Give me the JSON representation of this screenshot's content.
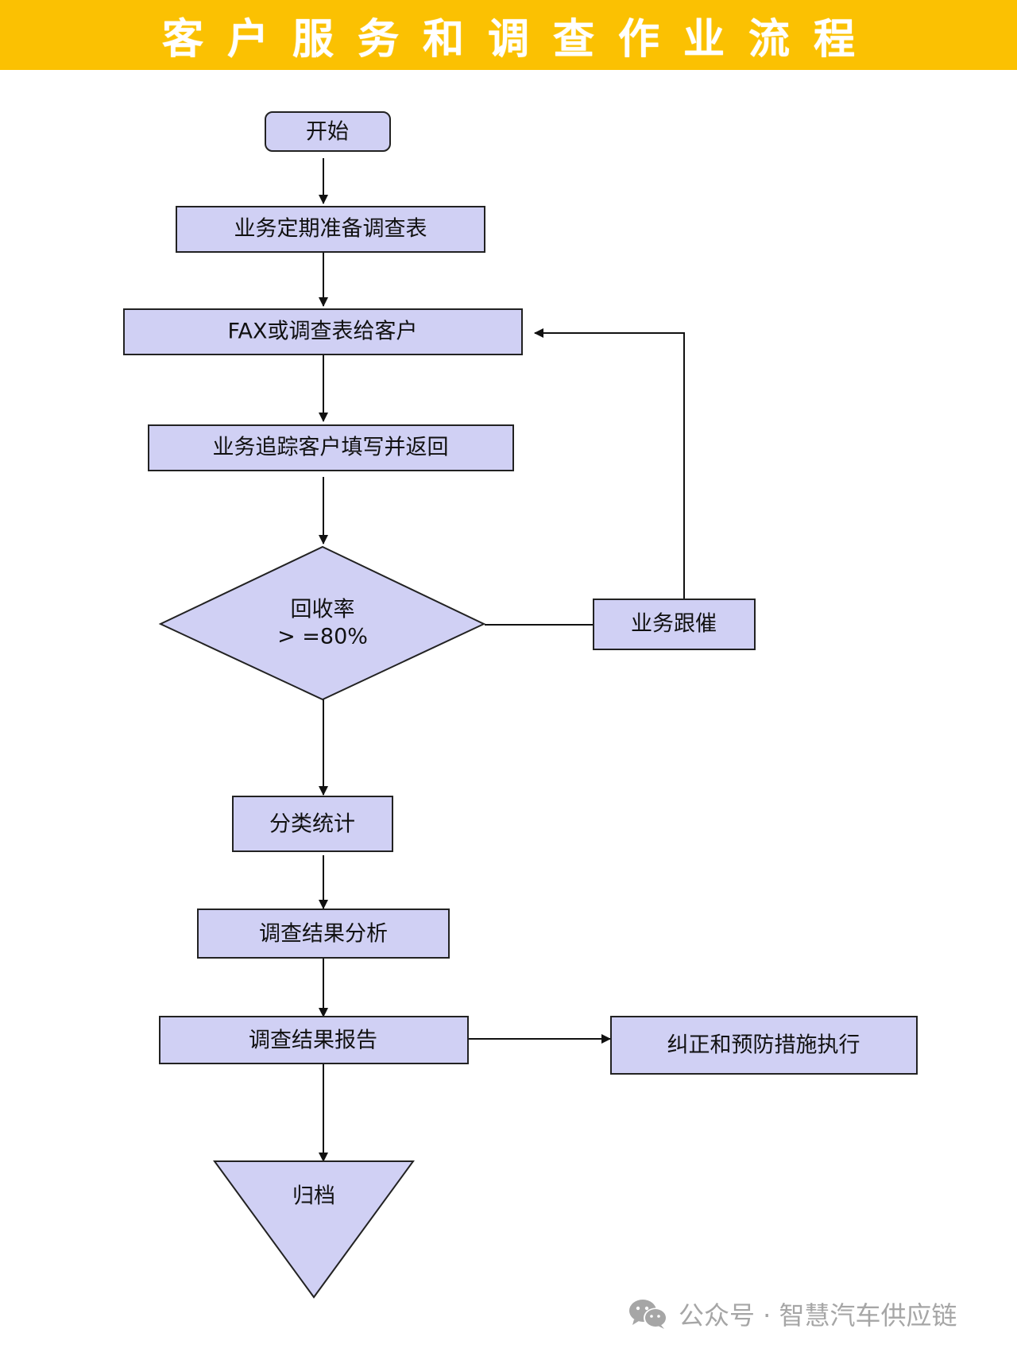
{
  "header": {
    "title": "客户服务和调查作业流程",
    "background": "#fbc102",
    "text_color": "#ffffff"
  },
  "theme": {
    "node_fill": "#d0d0f4",
    "node_stroke": "#222222",
    "edge_color": "#111111"
  },
  "nodes": {
    "start": {
      "label": "开始",
      "shape": "rounded-rect"
    },
    "prepare_survey": {
      "label": "业务定期准备调查表",
      "shape": "rect"
    },
    "send_to_customer": {
      "label": "FAX或调查表给客户",
      "shape": "rect"
    },
    "track_return": {
      "label": "业务追踪客户填写并返回",
      "shape": "rect"
    },
    "decision": {
      "label_line1": "回收率",
      "label_line2": "> =80%",
      "shape": "diamond"
    },
    "follow_up": {
      "label": "业务跟催",
      "shape": "rect"
    },
    "classify_stats": {
      "label": "分类统计",
      "shape": "rect"
    },
    "result_analysis": {
      "label": "调查结果分析",
      "shape": "rect"
    },
    "result_report": {
      "label": "调查结果报告",
      "shape": "rect"
    },
    "corrective_action": {
      "label": "纠正和预防措施执行",
      "shape": "rect"
    },
    "archive": {
      "label": "归档",
      "shape": "inverted-triangle"
    }
  },
  "edges": [
    {
      "from": "start",
      "to": "prepare_survey"
    },
    {
      "from": "prepare_survey",
      "to": "send_to_customer"
    },
    {
      "from": "send_to_customer",
      "to": "track_return"
    },
    {
      "from": "track_return",
      "to": "decision"
    },
    {
      "from": "decision",
      "to": "follow_up",
      "arrow": false
    },
    {
      "from": "follow_up",
      "to": "send_to_customer"
    },
    {
      "from": "decision",
      "to": "classify_stats"
    },
    {
      "from": "classify_stats",
      "to": "result_analysis"
    },
    {
      "from": "result_analysis",
      "to": "result_report"
    },
    {
      "from": "result_report",
      "to": "corrective_action"
    },
    {
      "from": "result_report",
      "to": "archive"
    }
  ],
  "watermark": {
    "icon": "wechat-icon",
    "text": "公众号 · 智慧汽车供应链"
  }
}
